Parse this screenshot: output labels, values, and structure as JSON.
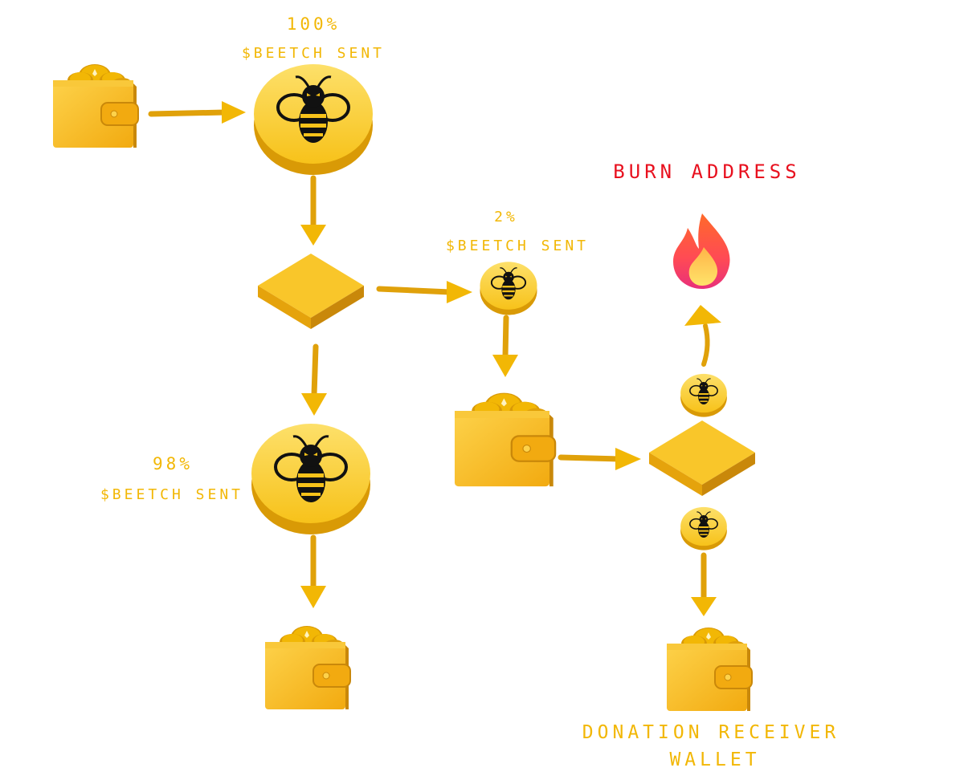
{
  "labels": {
    "pct_100": "100%",
    "sent_100": "$BEETCH SENT",
    "pct_2": "2%",
    "sent_2": "$BEETCH SENT",
    "pct_98": "98%",
    "sent_98": "$BEETCH SENT",
    "burn": "BURN ADDRESS",
    "donation_line1": "DONATION RECEIVER",
    "donation_line2": "WALLET"
  },
  "icons": {
    "wallet": "wallet-icon",
    "coin": "bee-coin-icon",
    "splitter": "splitter-tile-icon",
    "fire": "fire-icon",
    "arrow": "arrow-icon"
  },
  "colors": {
    "gold": "#f7c21a",
    "gold_dark": "#d99a06",
    "gold_label": "#f2b705",
    "burn_red": "#e8101e",
    "bee_black": "#111111"
  }
}
